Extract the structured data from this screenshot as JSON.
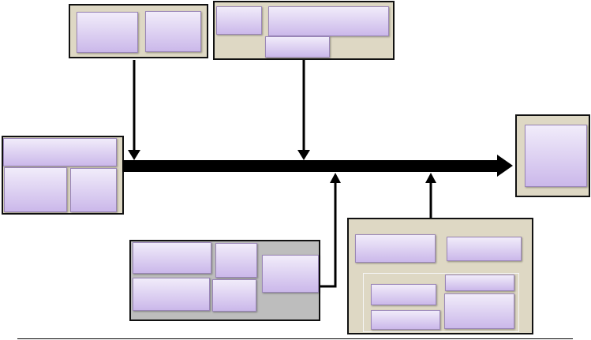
{
  "colors": {
    "group_fill": "#ded8c4",
    "group_fill_gray": "#bdbdbd",
    "box_top": "#f1ecfa",
    "box_bottom": "#cbb8ea",
    "arrow": "#000000"
  },
  "groups": [
    {
      "id": "top-left",
      "labels": []
    },
    {
      "id": "top-middle",
      "labels": []
    },
    {
      "id": "left",
      "labels": []
    },
    {
      "id": "right",
      "labels": []
    },
    {
      "id": "bottom-middle",
      "labels": []
    },
    {
      "id": "bottom-right",
      "labels": []
    }
  ]
}
